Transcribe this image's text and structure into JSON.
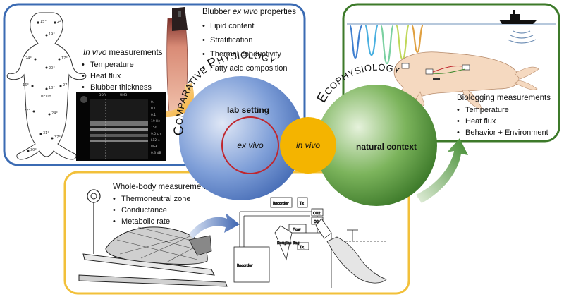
{
  "comparative_physiology": {
    "title_first": "C",
    "title_rest": "OMPARATIVE ",
    "title_second": "P",
    "title_rest2": "HYSIOLOGY",
    "setting_label": "lab setting",
    "ex_vivo_label": "ex vivo"
  },
  "ecophysiology": {
    "title_first": "E",
    "title_rest": "COPHYSIOLOGY",
    "context_label": "natural context"
  },
  "overlap_label": "in vivo",
  "in_vivo_panel": {
    "heading_italic": "In vivo",
    "heading_rest": " measurements",
    "items": [
      "Temperature",
      "Heat flux",
      "Blubber thickness"
    ]
  },
  "ex_vivo_panel": {
    "heading_start": "Blubber ",
    "heading_italic": "ex vivo",
    "heading_end": " properties",
    "items": [
      "Lipid content",
      "Stratification",
      "Thermal conductivity",
      "Fatty acid composition"
    ]
  },
  "biologging_panel": {
    "heading": "Biologging measurements",
    "items": [
      "Temperature",
      "Heat flux",
      "Behavior + Environment"
    ]
  },
  "whole_body_panel": {
    "heading": "Whole-body measurements",
    "items": [
      "Thermoneutral zone",
      "Conductance",
      "Metabolic rate"
    ]
  },
  "seal_diagram_labels": {
    "belly": "BELLY",
    "temps": [
      "15°",
      "24°",
      "19°",
      "24°",
      "17°",
      "20°",
      "27°",
      "16°",
      "18°",
      "22°",
      "24°",
      "31°",
      "37°",
      "30°"
    ]
  },
  "ultrasound_labels": {
    "top_left": "DDR",
    "top_right": "UMB",
    "side_values": [
      "0.",
      "0.1",
      "0.1",
      "19 Hz",
      "150",
      "9.0 cm",
      "L12-4",
      "MSK",
      "0.3 dB"
    ]
  },
  "apparatus_labels": {
    "recorder_top": "Recorder",
    "tx": "Tx",
    "o2": "O2",
    "co2": "CO2",
    "flow": "Flow",
    "recorder_left": "Recorder",
    "douglas_bag": "Douglas Bag"
  },
  "colors": {
    "blue_frame": "#3b6bb3",
    "green_frame": "#3d7a2a",
    "yellow_frame": "#f2c03a",
    "blue_circle": "#4a74c2",
    "green_circle": "#3f8a2e",
    "yellow_circle": "#f4b400",
    "red_ring": "#c0262d"
  }
}
